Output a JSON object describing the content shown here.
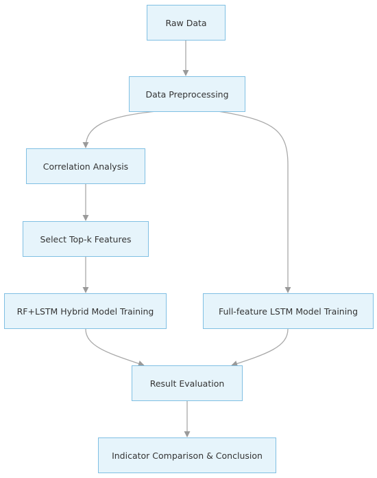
{
  "nodes": [
    {
      "id": "raw",
      "label": "Raw Data"
    },
    {
      "id": "prep",
      "label": "Data Preprocessing"
    },
    {
      "id": "corr",
      "label": "Correlation Analysis"
    },
    {
      "id": "select",
      "label": "Select Top-k Features"
    },
    {
      "id": "hybrid",
      "label": "RF+LSTM Hybrid Model Training"
    },
    {
      "id": "full",
      "label": "Full-feature LSTM Model Training"
    },
    {
      "id": "eval",
      "label": "Result Evaluation"
    },
    {
      "id": "final",
      "label": "Indicator Comparison & Conclusion"
    }
  ],
  "edges": [
    {
      "from": "raw",
      "to": "prep"
    },
    {
      "from": "prep",
      "to": "corr"
    },
    {
      "from": "prep",
      "to": "full"
    },
    {
      "from": "corr",
      "to": "select"
    },
    {
      "from": "select",
      "to": "hybrid"
    },
    {
      "from": "hybrid",
      "to": "eval"
    },
    {
      "from": "full",
      "to": "eval"
    },
    {
      "from": "eval",
      "to": "final"
    }
  ],
  "colors": {
    "node_fill": "#e6f4fb",
    "node_border": "#7fbfe3",
    "edge": "#a8a8a8",
    "text": "#333333"
  }
}
